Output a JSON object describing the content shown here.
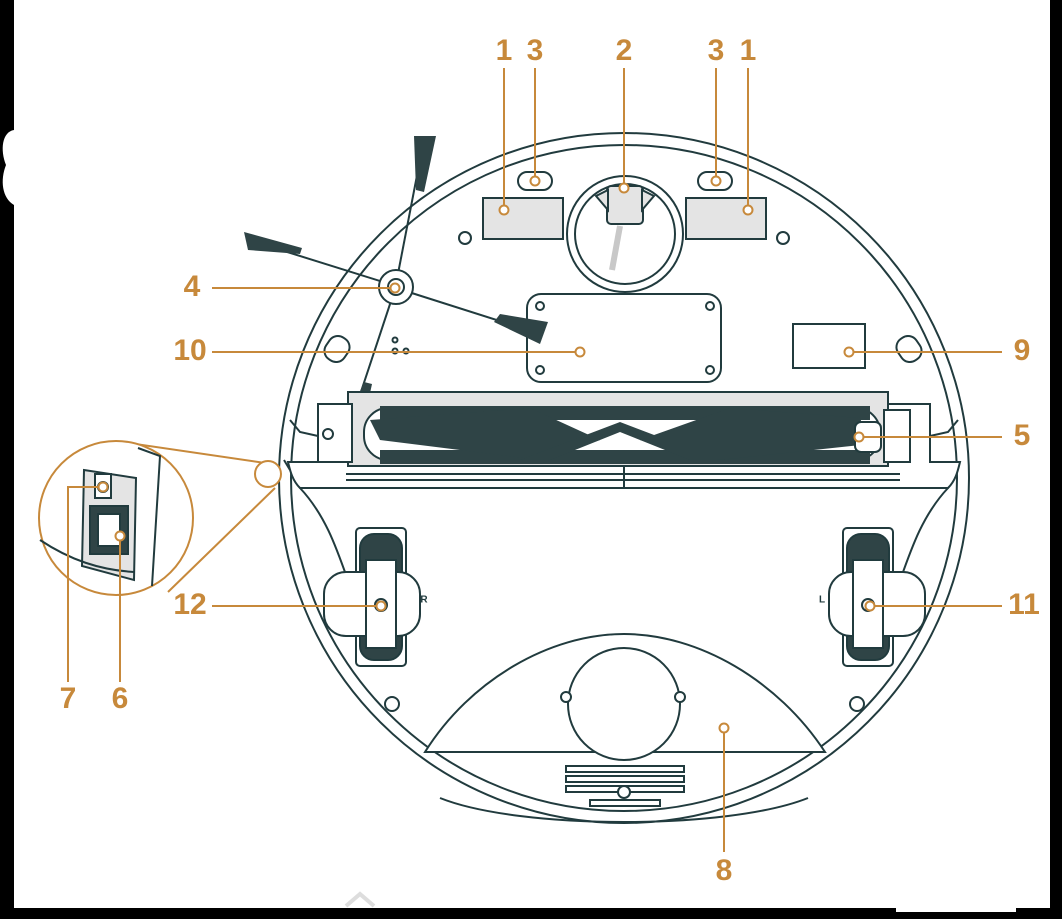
{
  "colors": {
    "accent": "#c7893b",
    "outline": "#213b3e",
    "body_fill": "#ffffff",
    "panel_fill": "#e4e4e4",
    "brush_fill": "#2f4446",
    "frame": "#000000"
  },
  "diagram": {
    "subject": "robot vacuum underside",
    "wheel_letters": {
      "right": "R",
      "left": "L"
    },
    "callouts": [
      {
        "id": "cliff-sensor-left",
        "number": "1"
      },
      {
        "id": "charging-contact-left",
        "number": "3"
      },
      {
        "id": "caster-wheel",
        "number": "2"
      },
      {
        "id": "charging-contact-right",
        "number": "3"
      },
      {
        "id": "cliff-sensor-right",
        "number": "1"
      },
      {
        "id": "side-brush",
        "number": "4"
      },
      {
        "id": "battery-cover",
        "number": "10"
      },
      {
        "id": "floor-sensor",
        "number": "9"
      },
      {
        "id": "main-brush",
        "number": "5"
      },
      {
        "id": "reset-button",
        "number": "7"
      },
      {
        "id": "power-switch",
        "number": "6"
      },
      {
        "id": "right-wheel",
        "number": "12"
      },
      {
        "id": "left-wheel",
        "number": "11"
      },
      {
        "id": "dustbin",
        "number": "8"
      }
    ]
  }
}
